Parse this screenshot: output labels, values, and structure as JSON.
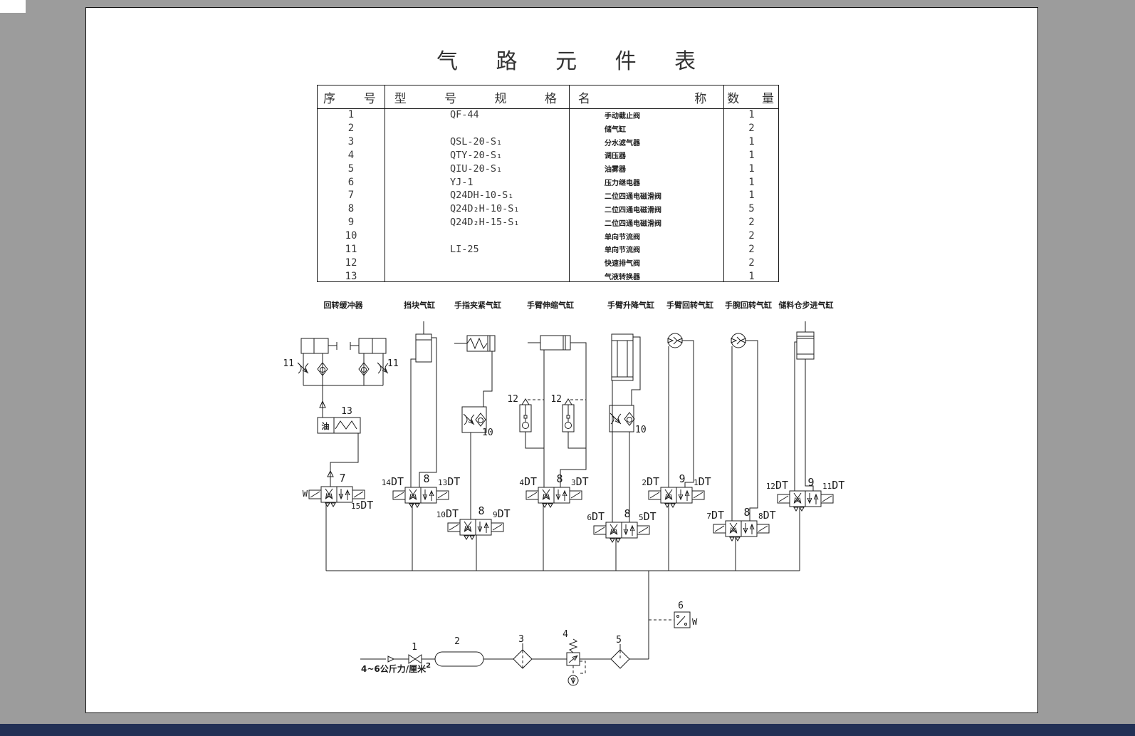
{
  "title": "气 路 元 件 表",
  "table": {
    "headers": [
      [
        "序",
        "号"
      ],
      [
        "型",
        "号",
        "规",
        "格"
      ],
      [
        "名",
        "称"
      ],
      [
        "数",
        "量"
      ]
    ],
    "rows": [
      {
        "no": "1",
        "model": "QF-44",
        "name": "手动截止阀",
        "qty": "1"
      },
      {
        "no": "2",
        "model": "",
        "name": "储气缸",
        "qty": "2"
      },
      {
        "no": "3",
        "model": "QSL-20-S₁",
        "name": "分水滤气器",
        "qty": "1"
      },
      {
        "no": "4",
        "model": "QTY-20-S₁",
        "name": "调压器",
        "qty": "1"
      },
      {
        "no": "5",
        "model": "QIU-20-S₁",
        "name": "油雾器",
        "qty": "1"
      },
      {
        "no": "6",
        "model": "YJ-1",
        "name": "压力继电器",
        "qty": "1"
      },
      {
        "no": "7",
        "model": "Q24DH-10-S₁",
        "name": "二位四通电磁滑阀",
        "qty": "1"
      },
      {
        "no": "8",
        "model": "Q24D₂H-10-S₁",
        "name": "二位四通电磁滑阀",
        "qty": "5"
      },
      {
        "no": "9",
        "model": "Q24D₂H-15-S₁",
        "name": "二位四通电磁滑阀",
        "qty": "2"
      },
      {
        "no": "10",
        "model": "",
        "name": "单向节流阀",
        "qty": "2"
      },
      {
        "no": "11",
        "model": "LI-25",
        "name": "单向节流阀",
        "qty": "2"
      },
      {
        "no": "12",
        "model": "",
        "name": "快速排气阀",
        "qty": "2"
      },
      {
        "no": "13",
        "model": "",
        "name": "气液转换器",
        "qty": "1"
      }
    ]
  },
  "schematic": {
    "actuator_labels": [
      "回转缓冲器",
      "挡块气缸",
      "手指夹紧气缸",
      "手臂伸缩气缸",
      "手臂升降气缸",
      "手臂回转气缸",
      "手腕回转气缸",
      "储料仓步进气缸"
    ],
    "oil": "油",
    "converter_no": "13",
    "throttle11_left": "11",
    "throttle11_right": "11",
    "throttle10_a": "10",
    "throttle10_b": "10",
    "qe12_left": "12",
    "qe12_right": "12",
    "valves": {
      "v7": {
        "no": "7",
        "left_w": "W",
        "bottom_num": "15",
        "bottom_suf": "DT"
      },
      "v8a": {
        "no": "8",
        "left_num": "14",
        "left_suf": "DT",
        "right_num": "13",
        "right_suf": "DT"
      },
      "v8b": {
        "no": "8",
        "left_num": "10",
        "left_suf": "DT",
        "right_num": "9",
        "right_suf": "DT"
      },
      "v8c": {
        "no": "8",
        "left_num": "4",
        "left_suf": "DT",
        "right_num": "3",
        "right_suf": "DT"
      },
      "v8d": {
        "no": "8",
        "left_num": "6",
        "left_suf": "DT",
        "right_num": "5",
        "right_suf": "DT"
      },
      "v9a": {
        "no": "9",
        "left_num": "2",
        "left_suf": "DT",
        "right_num": "1",
        "right_suf": "DT"
      },
      "v8e": {
        "no": "8",
        "left_num": "7",
        "left_suf": "DT",
        "right_num": "8",
        "right_suf": "DT"
      },
      "v9b": {
        "no": "9",
        "left_num": "12",
        "left_suf": "DT",
        "right_num": "11",
        "right_suf": "DT"
      }
    },
    "supply": {
      "pressure_text": "4~6公斤力/厘米",
      "pressure_sup": "2",
      "c1": "1",
      "c2": "2",
      "c3": "3",
      "c4": "4",
      "c5": "5",
      "c6": "6",
      "relay_w": "W"
    }
  }
}
